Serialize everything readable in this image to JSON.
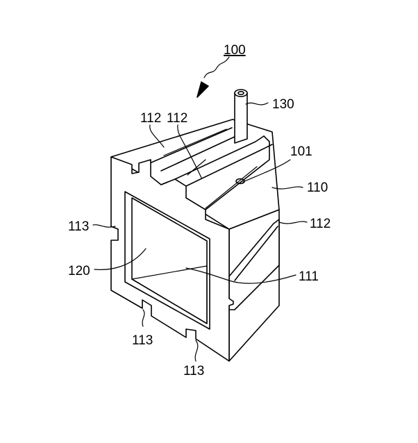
{
  "figure": {
    "labels": {
      "main": "100",
      "pipe": "130",
      "rib_left": "112",
      "rib_right": "112",
      "hole": "101",
      "body": "110",
      "rib_side": "112",
      "groove_left": "113",
      "window": "120",
      "cavity": "111",
      "groove_bottom_a": "113",
      "groove_bottom_b": "113"
    }
  }
}
